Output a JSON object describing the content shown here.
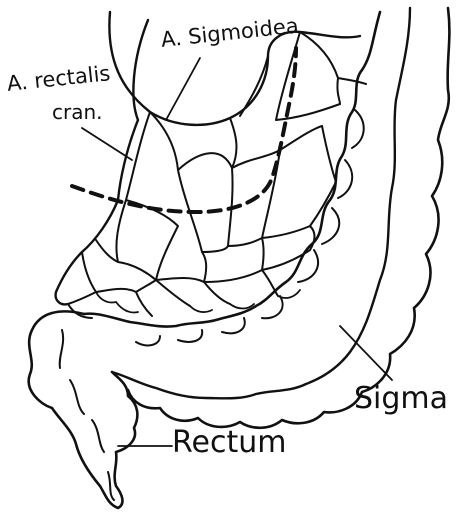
{
  "labels": {
    "a_sigmoidea": "A. Sigmoidea",
    "a_rectalis_line1": "A. rectalis",
    "a_rectalis_line2": "cran.",
    "sigma": "Sigma",
    "rectum": "Rectum"
  },
  "colors": {
    "ink": "#111111",
    "paper": "#ffffff"
  }
}
